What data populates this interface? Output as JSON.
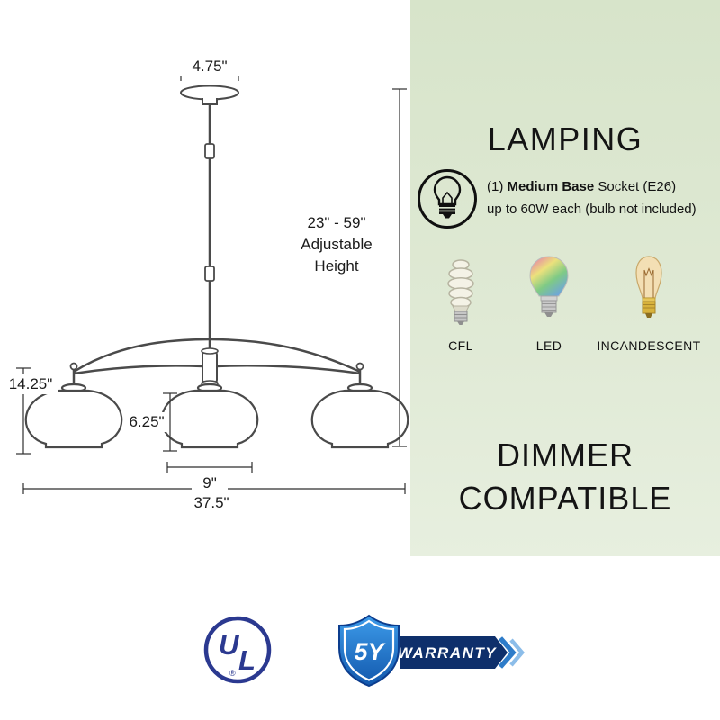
{
  "dims": {
    "canopy": "4.75\"",
    "height_range": "23\" - 59\"",
    "height_word1": "Adjustable",
    "height_word2": "Height",
    "fixture_height": "14.25\"",
    "shade_height": "6.25\"",
    "shade_width": "9\"",
    "overall_width": "37.5\""
  },
  "panel": {
    "title": "LAMPING",
    "socket_prefix": "(1) ",
    "socket_bold": "Medium Base",
    "socket_suffix": " Socket (E26)",
    "socket_line2": "up to 60W each (bulb not included)",
    "bulbs": [
      {
        "label": "CFL"
      },
      {
        "label": "LED"
      },
      {
        "label": "INCANDESCENT"
      }
    ],
    "dimmer_line1": "DIMMER",
    "dimmer_line2": "COMPATIBLE"
  },
  "badges": {
    "ul_u": "U",
    "ul_l": "L",
    "ul_reg": "®",
    "warranty_years": "5Y",
    "warranty_label": "WARRANTY"
  },
  "colors": {
    "panel_green": "#dde8d2",
    "line_gray": "#4a4a4a",
    "ul_navy": "#2b3990",
    "shield_blue": "#1565c0",
    "banner_navy": "#0e2f6b"
  }
}
